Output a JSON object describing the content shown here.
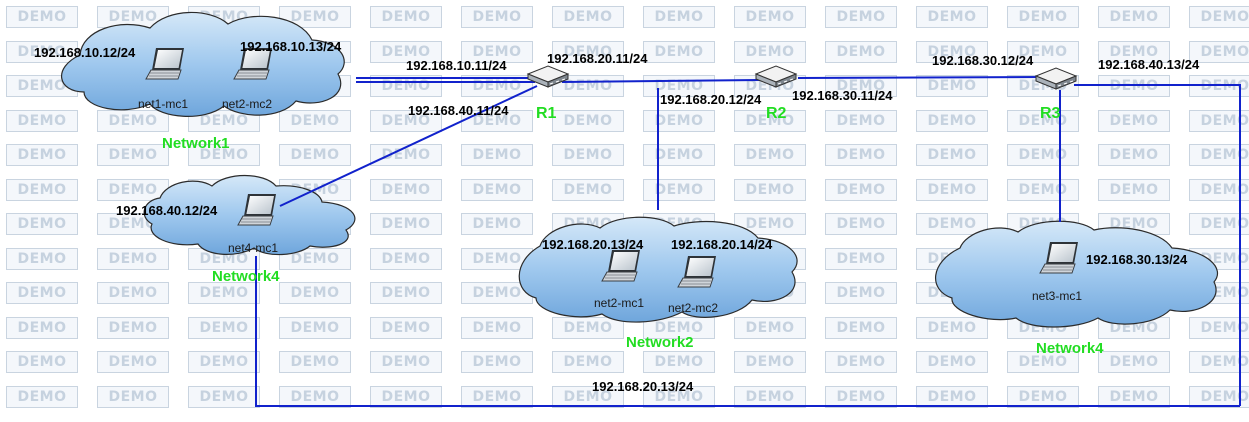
{
  "watermark": "DEMO",
  "colors": {
    "link": "#1122cc",
    "network_label": "#22dd22",
    "cloud": "#9fc8ee",
    "cloud_stroke": "#2b2b2b"
  },
  "clouds": [
    {
      "name": "Network1",
      "hosts": [
        "net1-mc1",
        "net2-mc2"
      ]
    },
    {
      "name": "Network4",
      "hosts": [
        "net4-mc1"
      ]
    },
    {
      "name": "Network2",
      "hosts": [
        "net2-mc1",
        "net2-mc2"
      ]
    },
    {
      "name": "Network4",
      "hosts": [
        "net3-mc1"
      ]
    }
  ],
  "routers": [
    "R1",
    "R2",
    "R3"
  ],
  "ip_labels": [
    "192.168.10.12/24",
    "192.168.10.13/24",
    "192.168.10.11/24",
    "192.168.20.11/24",
    "192.168.40.11/24",
    "192.168.20.12/24",
    "192.168.30.11/24",
    "192.168.30.12/24",
    "192.168.40.13/24",
    "192.168.40.12/24",
    "192.168.20.13/24",
    "192.168.20.14/24",
    "192.168.30.13/24",
    "192.168.20.13/24"
  ]
}
